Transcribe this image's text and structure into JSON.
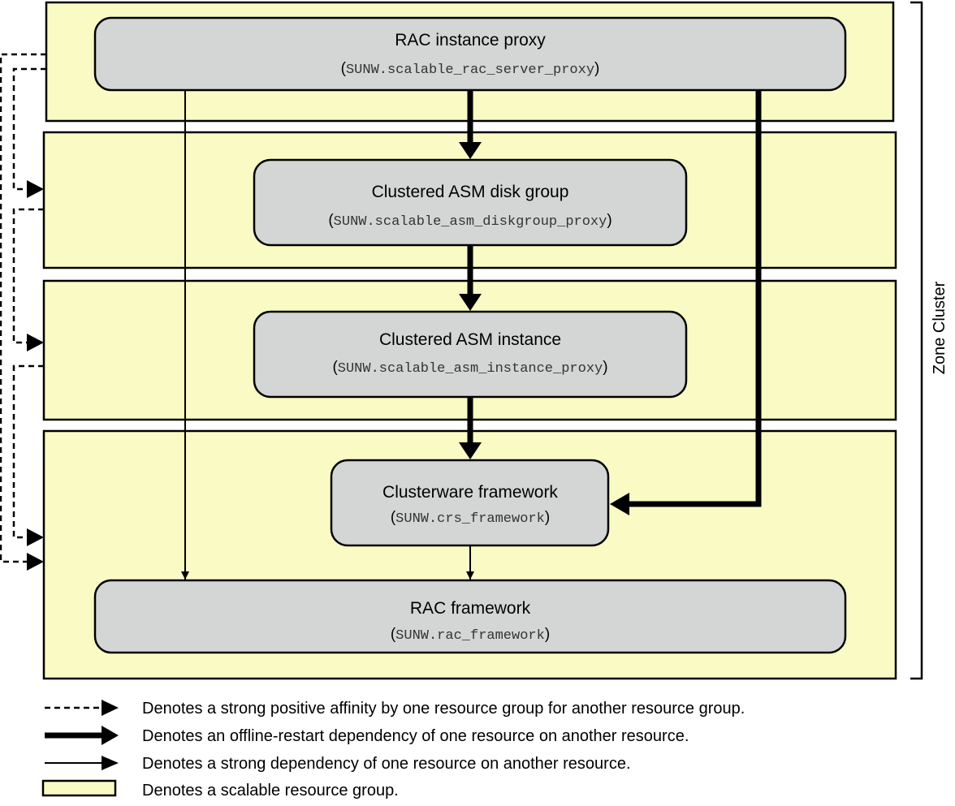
{
  "colors": {
    "group_fill": "#fafac4",
    "node_fill": "#d3d6d4",
    "stroke": "#000000"
  },
  "nodes": {
    "rac_proxy": {
      "title": "RAC instance proxy",
      "type": "SUNW.scalable_rac_server_proxy"
    },
    "asm_diskgroup": {
      "title": "Clustered ASM disk group",
      "type": "SUNW.scalable_asm_diskgroup_proxy"
    },
    "asm_instance": {
      "title": "Clustered ASM instance",
      "type": "SUNW.scalable_asm_instance_proxy"
    },
    "crs_framework": {
      "title": "Clusterware framework",
      "type": "SUNW.crs_framework"
    },
    "rac_framework": {
      "title": "RAC framework",
      "type": "SUNW.rac_framework"
    }
  },
  "zone_label": "Zone Cluster",
  "legend": {
    "dashed": "Denotes a strong positive affinity by one resource group for another resource group.",
    "thick": "Denotes an offline-restart dependency of one resource on another resource.",
    "thin": "Denotes a strong dependency of one resource on another resource.",
    "box": "Denotes a scalable resource group."
  }
}
